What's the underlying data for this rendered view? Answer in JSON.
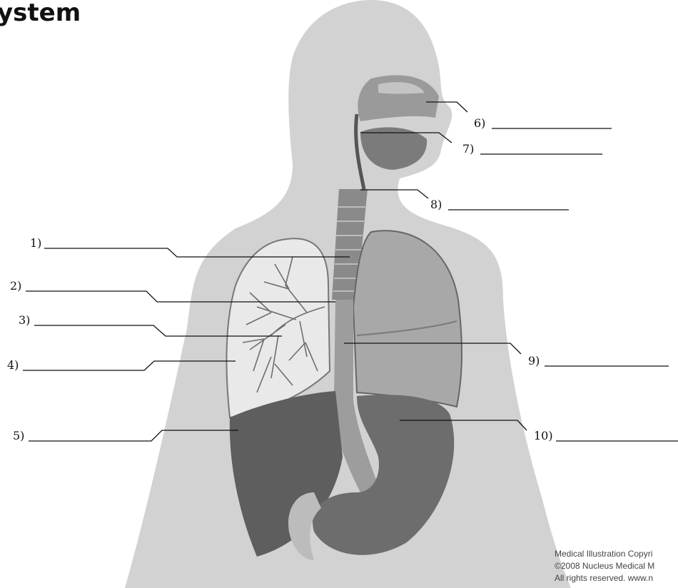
{
  "title": "ystem",
  "labels": {
    "l1": "1)",
    "l2": "2)",
    "l3": "3)",
    "l4": "4)",
    "l5": "5)",
    "l6": "6)",
    "l7": "7)",
    "l8": "8)",
    "l9": "9)",
    "l10": "10)"
  },
  "credit": {
    "line1": "Medical Illustration Copyri",
    "line2": "©2008 Nucleus Medical M",
    "line3": "All rights reserved. www.n"
  },
  "colors": {
    "body_silhouette": "#d2d2d2",
    "lung_left": "#e9e9e9",
    "lung_right": "#a8a8a8",
    "stomach": "#6d6d6d",
    "leader_line": "#111111"
  }
}
